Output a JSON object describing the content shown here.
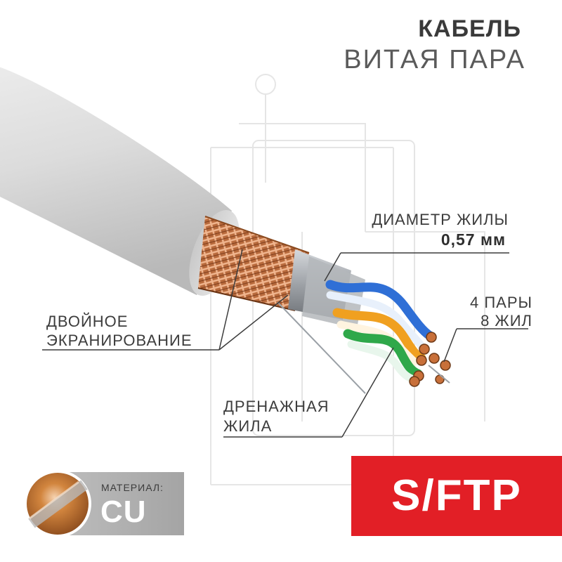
{
  "title": {
    "line1": "КАБЕЛЬ",
    "line2": "ВИТАЯ ПАРА"
  },
  "labels": {
    "diameter": "ДИАМЕТР ЖИЛЫ",
    "diameter_value": "0,57 мм",
    "pairs_line1": "4 ПАРЫ",
    "pairs_line2": "8 ЖИЛ",
    "shield_line1": "ДВОЙНОЕ",
    "shield_line2": "ЭКРАНИРОВАНИЕ",
    "drain_line1": "ДРЕНАЖНАЯ",
    "drain_line2": "ЖИЛА"
  },
  "material": {
    "label": "МАТЕРИАЛ:",
    "value": "CU"
  },
  "badge": {
    "text": "S/FTP",
    "color": "#e21f26"
  },
  "colors": {
    "jacket": "#d9d9d9",
    "braid": "#c8784a",
    "foil": "#a9adb2",
    "pair_blue": "#2f6fd6",
    "pair_orange": "#f0a020",
    "pair_green": "#2fa84a",
    "copper": "#c8703a"
  }
}
